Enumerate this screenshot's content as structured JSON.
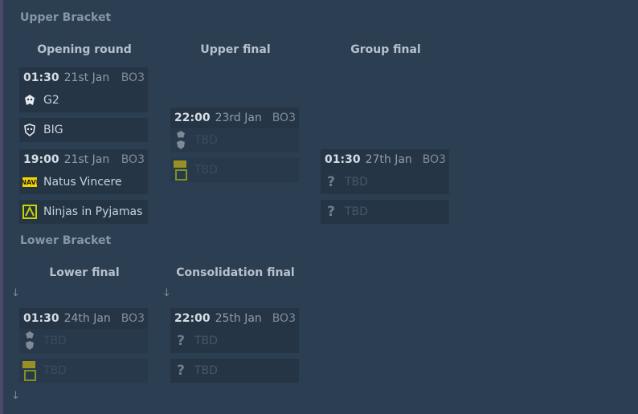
{
  "upper": {
    "title": "Upper Bracket",
    "col1": "Opening round",
    "col2": "Upper final",
    "col3": "Group final"
  },
  "lower": {
    "title": "Lower Bracket",
    "col1": "Lower final",
    "col2": "Consolidation final"
  },
  "matches": {
    "m1": {
      "time": "01:30",
      "date": "21st Jan",
      "bo": "BO3",
      "t1": "G2",
      "t2": "BIG"
    },
    "m2": {
      "time": "19:00",
      "date": "21st Jan",
      "bo": "BO3",
      "t1": "Natus Vincere",
      "t2": "Ninjas in Pyjamas"
    },
    "m3": {
      "time": "22:00",
      "date": "23rd Jan",
      "bo": "BO3",
      "t1": "TBD",
      "t2": "TBD"
    },
    "m4": {
      "time": "01:30",
      "date": "27th Jan",
      "bo": "BO3",
      "t1": "TBD",
      "t2": "TBD"
    },
    "m5": {
      "time": "01:30",
      "date": "24th Jan",
      "bo": "BO3",
      "t1": "TBD",
      "t2": "TBD"
    },
    "m6": {
      "time": "22:00",
      "date": "25th Jan",
      "bo": "BO3",
      "t1": "TBD",
      "t2": "TBD"
    }
  },
  "icons": {
    "g2": "g2-logo-icon",
    "big": "big-logo-icon",
    "navi": "navi-logo-icon",
    "nip": "nip-logo-icon",
    "unknown": "question-mark-icon"
  },
  "colors": {
    "background": "#2c3e52",
    "card": "#253546",
    "navi": "#f2d300",
    "nip": "#c8d400"
  }
}
